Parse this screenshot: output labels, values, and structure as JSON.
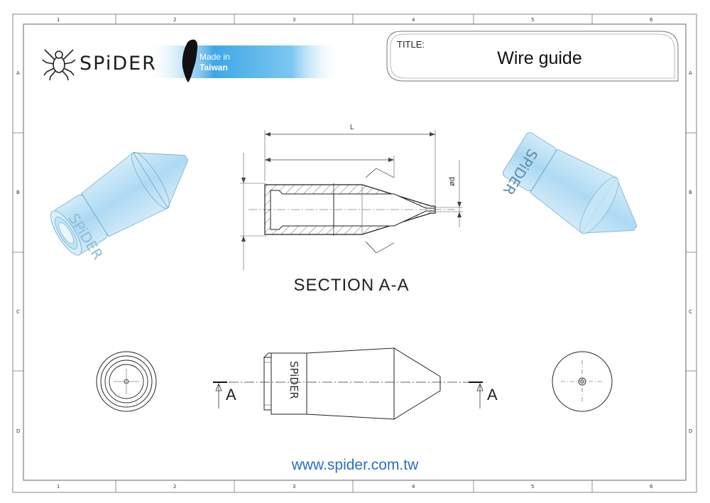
{
  "sheet": {
    "zones_top": [
      "1",
      "2",
      "3",
      "4",
      "5",
      "6"
    ],
    "zones_side": [
      "A",
      "B",
      "C",
      "D"
    ]
  },
  "brand": {
    "name": "SPiDER",
    "made_in": "Made in",
    "country": "Taiwan",
    "colors": {
      "banner": "#3fa7e6",
      "text": "#1b1b1b"
    }
  },
  "title_block": {
    "label": "TITLE:",
    "value": "Wire guide"
  },
  "section_view": {
    "label": "SECTION A-A",
    "dim_length": "L",
    "dim_diameter": "ød"
  },
  "side_view": {
    "engraving": "SPiDER",
    "cut_label_left": "A",
    "cut_label_right": "A"
  },
  "iso_views": {
    "engraving": "SPiDER",
    "color": "#a9d8f3"
  },
  "footer": {
    "website": "www.spider.com.tw",
    "color": "#2a6fc2"
  }
}
